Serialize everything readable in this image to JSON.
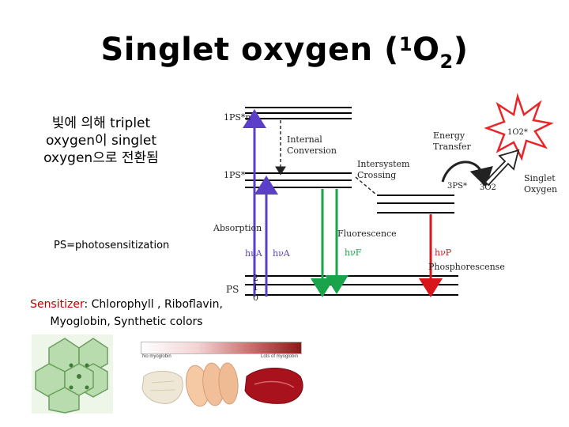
{
  "title": {
    "main": "Singlet oxygen",
    "open_paren": "(",
    "superscript": "1",
    "element": "O",
    "subscript": "2",
    "close_paren": ")"
  },
  "left_note": {
    "line1": "빛에 의해 triplet",
    "line2": "oxygen이 singlet",
    "line3": "oxygen으로 전환됨"
  },
  "ps_definition": "PS=photosensitization",
  "sensitizer": {
    "label": "Sensitizer",
    "items_line1": ": Chlorophyll , Riboflavin,",
    "items_line2": "Myoglobin, Synthetic colors"
  },
  "diagram": {
    "level_1psn": "1PS*n",
    "level_1ps": "1PS*",
    "level_ps": "PS",
    "vib_2": "2",
    "vib_1": "1",
    "vib_0": "0",
    "internal_conversion_1": "Internal",
    "internal_conversion_2": "Conversion",
    "intersystem_crossing_1": "Intersystem",
    "intersystem_crossing_2": "Crossing",
    "energy_transfer_1": "Energy",
    "energy_transfer_2": "Transfer",
    "singlet_oxygen_1": "Singlet",
    "singlet_oxygen_2": "Oxygen",
    "o2_singlet": "1O2*",
    "triplet_ps": "3PS*",
    "triplet_o2": "3O2",
    "absorption": "Absorption",
    "fluorescence": "Fluorescence",
    "phosphorescence": "Phosphorescense",
    "hv_a1": "hνA",
    "hv_a2": "hνA",
    "hv_f": "hνF",
    "hv_p": "hνP"
  },
  "myoglobin_bar": {
    "left_label": "No myoglobin",
    "right_label": "Lots of myoglobin"
  },
  "colors": {
    "absorption": "#5b3fc8",
    "fluorescence": "#19a34a",
    "phosphorescence": "#d8151a",
    "star": "#e8262a",
    "highlight": "#c00000"
  }
}
